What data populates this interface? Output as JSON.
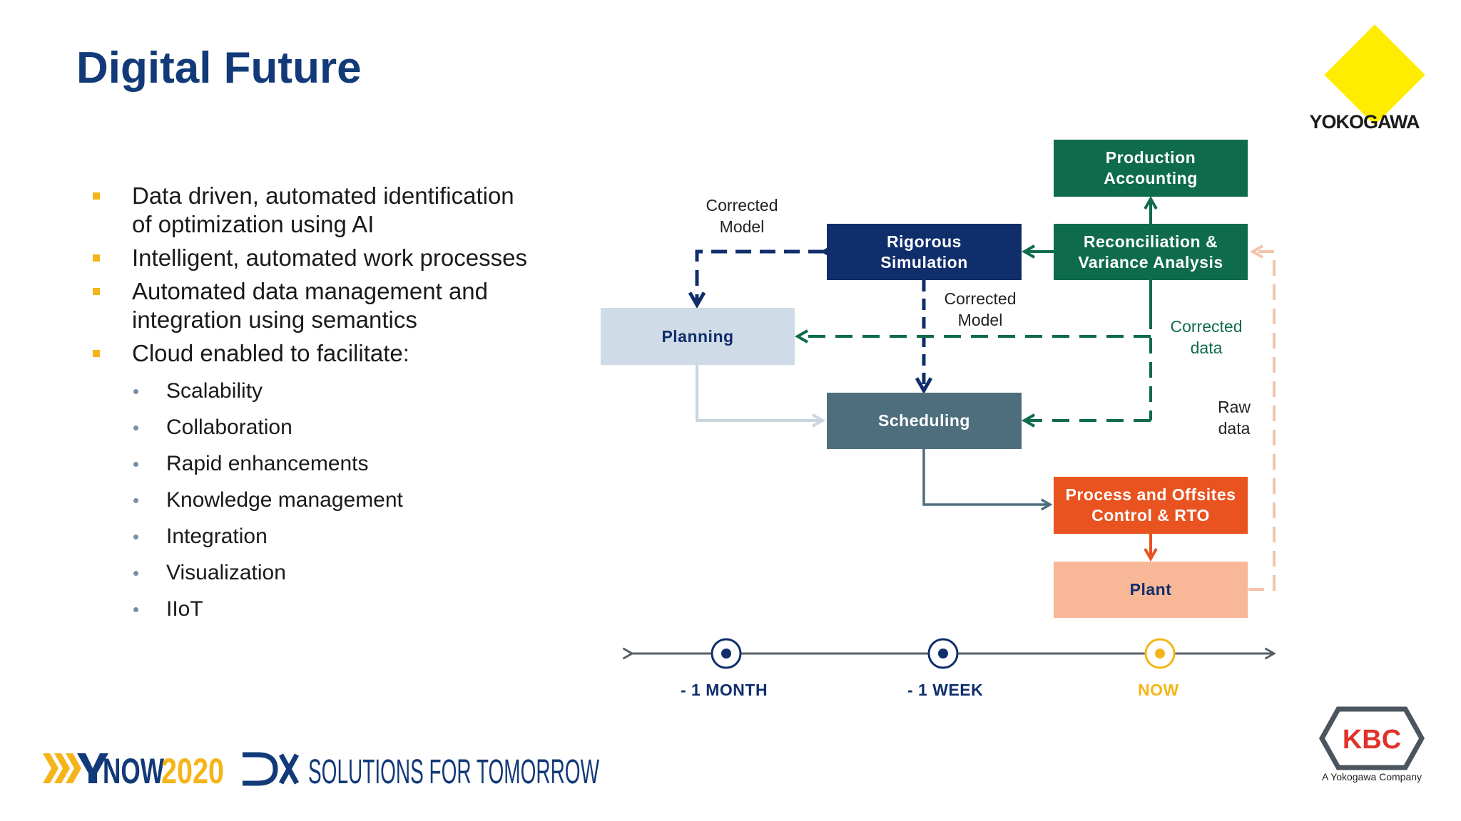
{
  "title": "Digital Future",
  "bullets": [
    {
      "lines": [
        "Data driven, automated identification",
        "of optimization using AI"
      ]
    },
    {
      "lines": [
        "Intelligent, automated work processes"
      ]
    },
    {
      "lines": [
        "Automated data management and",
        "integration using semantics"
      ]
    },
    {
      "lines": [
        "Cloud enabled to facilitate:"
      ]
    }
  ],
  "sub_bullets": [
    "Scalability",
    "Collaboration",
    "Rapid enhancements",
    "Knowledge management",
    "Integration",
    "Visualization",
    "IIoT"
  ],
  "diagram": {
    "boxes": {
      "production_accounting": [
        "Production",
        "Accounting"
      ],
      "rigorous_simulation": [
        "Rigorous",
        "Simulation"
      ],
      "reconciliation": [
        "Reconciliation &",
        "Variance Analysis"
      ],
      "planning": "Planning",
      "scheduling": "Scheduling",
      "process_control": [
        "Process and Offsites",
        "Control & RTO"
      ],
      "plant": "Plant"
    },
    "labels": {
      "corrected_model_top": [
        "Corrected",
        "Model"
      ],
      "corrected_model_mid": [
        "Corrected",
        "Model"
      ],
      "corrected_data": [
        "Corrected",
        "data"
      ],
      "raw_data": [
        "Raw",
        "data"
      ]
    },
    "timeline": {
      "month": "- 1 MONTH",
      "week": "- 1 WEEK",
      "now": "NOW"
    },
    "colors": {
      "production_accounting": "#0e6b4c",
      "rigorous_simulation": "#102e6b",
      "reconciliation": "#0e6b4c",
      "planning": "#cfdbe6",
      "scheduling": "#4f6e7d",
      "process_control": "#e8531f",
      "plant": "#f8b898"
    }
  },
  "logos": {
    "yokogawa": "YOKOGAWA",
    "kbc": "KBC",
    "kbc_sub": "A Yokogawa Company",
    "footer_now": "NOW",
    "footer_year": "2020",
    "footer_tagline": "SOLUTIONS FOR TOMORROW"
  }
}
